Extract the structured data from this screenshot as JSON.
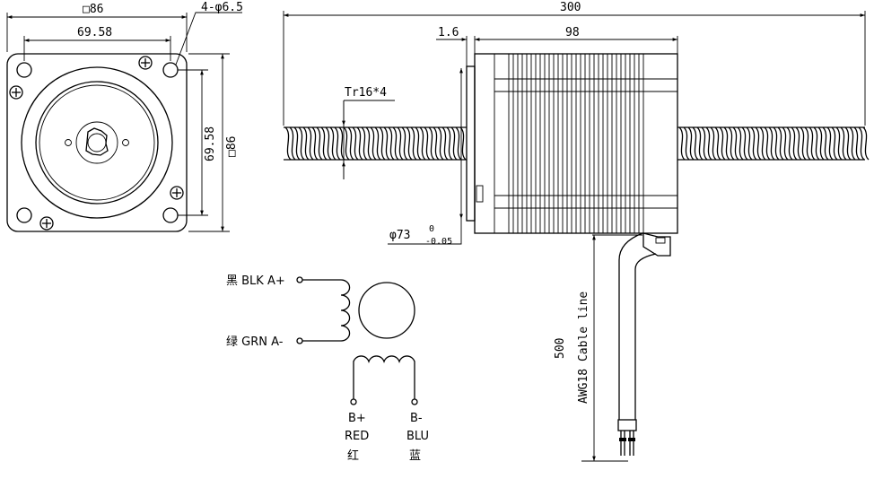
{
  "front_view": {
    "width_label": "□86",
    "pitch_label": "69.58",
    "hole_label": "4-φ6.5",
    "vpitch_label": "69.58",
    "vwidth_label": "□86"
  },
  "side_view": {
    "total_length_label": "300",
    "flange_label": "1.6",
    "body_label": "98",
    "thread_label": "Tr16*4",
    "pilot_label": "φ73",
    "tol_upper": "0",
    "tol_lower": "-0.05",
    "cable_length_label": "500",
    "cable_type_label": "AWG18 Cable line"
  },
  "wiring": {
    "a_plus": "黑 BLK A+",
    "a_minus": "绿 GRN A-",
    "b_plus": "B+",
    "b_plus_color": "RED",
    "b_plus_cn": "红",
    "b_minus": "B-",
    "b_minus_color": "BLU",
    "b_minus_cn": "蓝"
  }
}
